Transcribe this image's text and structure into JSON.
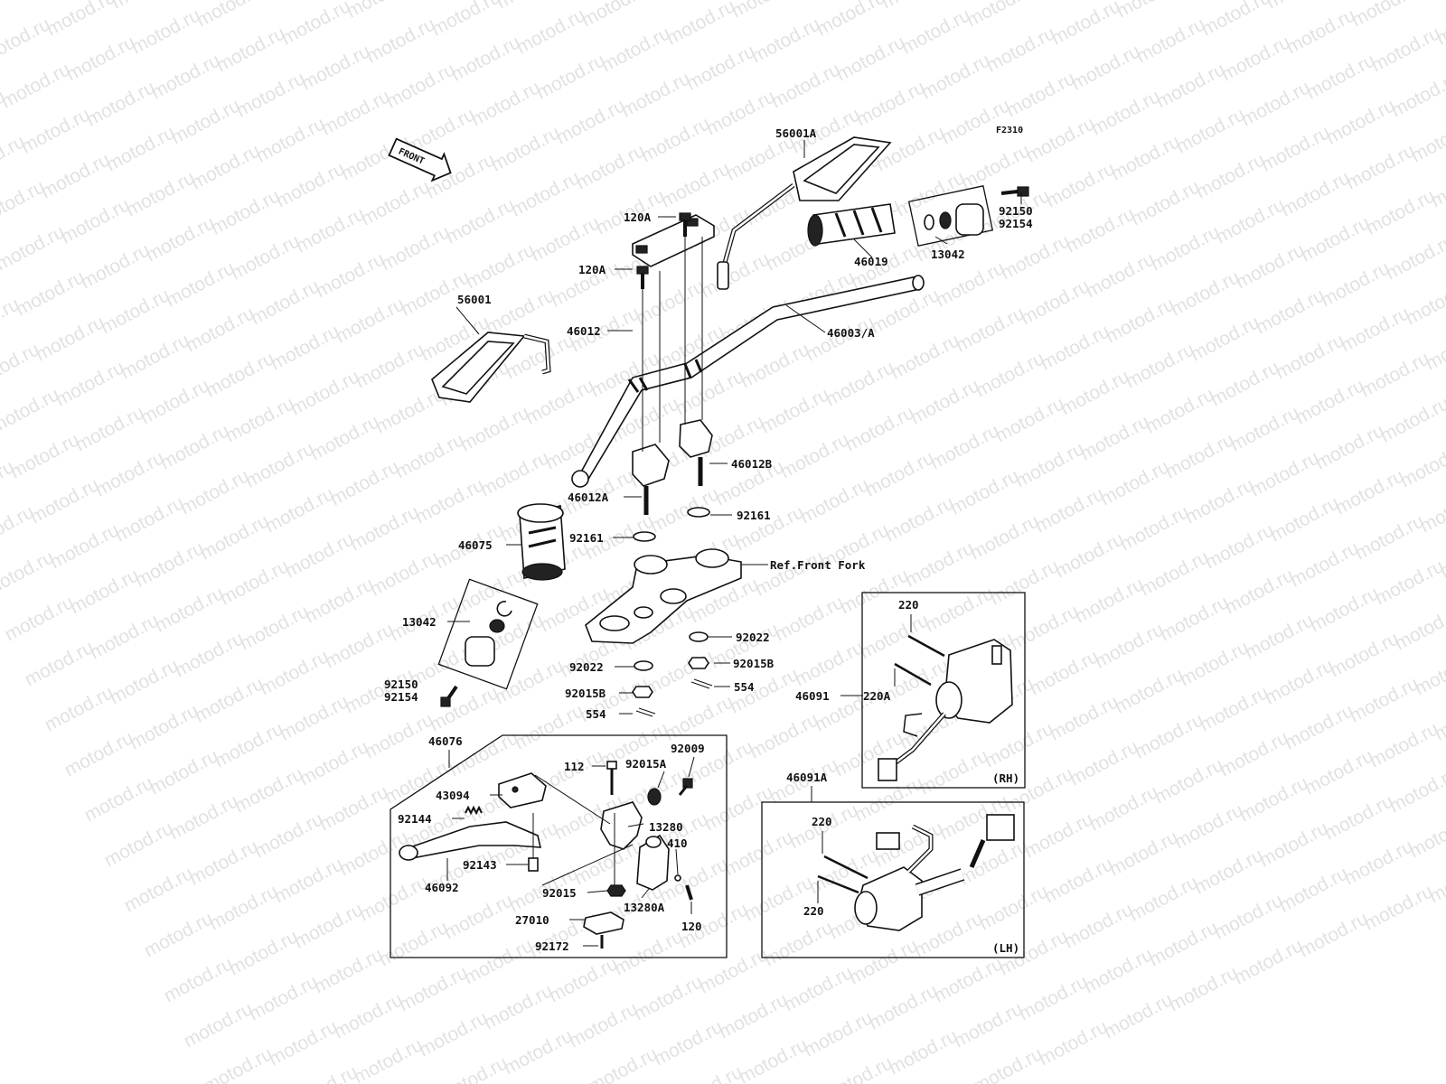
{
  "diagram": {
    "ref_code": "F2310",
    "front_label": "FRONT",
    "watermark": "motod.ru",
    "labels": {
      "l56001A": "56001A",
      "l56001": "56001",
      "l120A_1": "120A",
      "l120A_2": "120A",
      "l46012": "46012",
      "l46003A": "46003/A",
      "l46019": "46019",
      "l13042_top": "13042",
      "l92150_top": "92150",
      "l92154_top": "92154",
      "l46012B": "46012B",
      "l46012A": "46012A",
      "l92161_a": "92161",
      "l92161_b": "92161",
      "l46075": "46075",
      "lRefFork": "Ref.Front Fork",
      "l13042_bot": "13042",
      "l92022_a": "92022",
      "l92022_b": "92022",
      "l92015B_a": "92015B",
      "l92015B_b": "92015B",
      "l554_a": "554",
      "l554_b": "554",
      "l92150_bot": "92150",
      "l92154_bot": "92154",
      "l46076": "46076",
      "l112": "112",
      "l92015A": "92015A",
      "l92009": "92009",
      "l43094": "43094",
      "l92144": "92144",
      "l13280": "13280",
      "l410": "410",
      "l92143": "92143",
      "l46092": "46092",
      "l92015": "92015",
      "l13280A": "13280A",
      "l27010": "27010",
      "l120": "120",
      "l92172": "92172",
      "l220_rh1": "220",
      "l220A": "220A",
      "l46091": "46091",
      "lRH": "(RH)",
      "l46091A": "46091A",
      "l220_lh1": "220",
      "l220_lh2": "220",
      "lLH": "(LH)"
    }
  }
}
